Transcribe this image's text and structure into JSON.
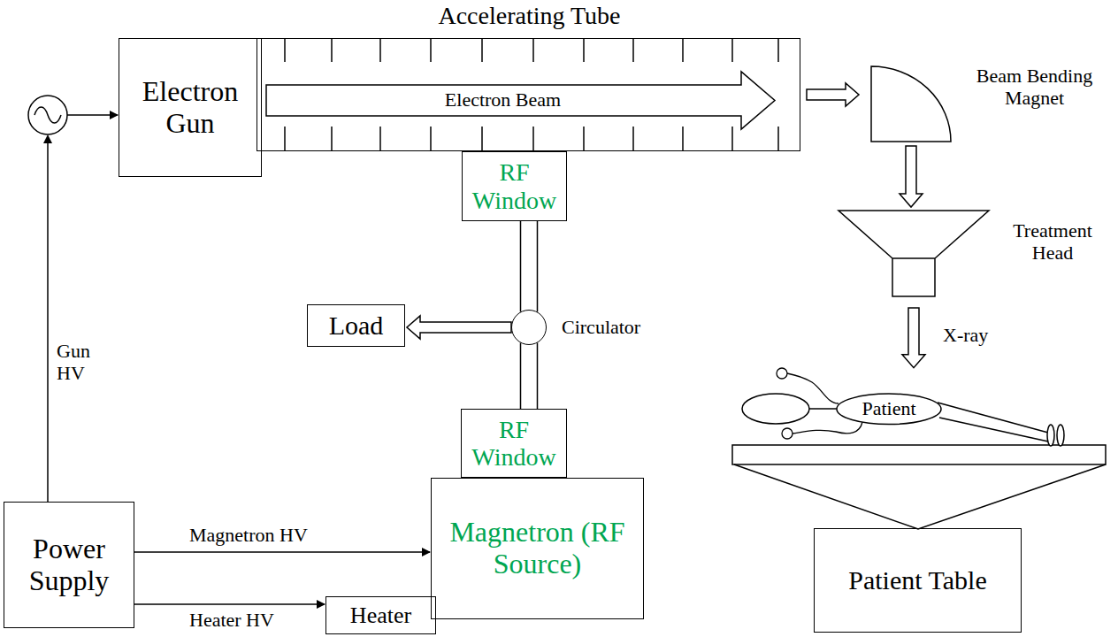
{
  "diagram": {
    "nodes": [
      {
        "text": [
          "Electron Gun"
        ]
      },
      {
        "text": [
          "Accelerating Tube"
        ]
      },
      {
        "text": [
          "Electron Beam"
        ],
        "in": 1
      },
      {
        "text": [
          "Beam Bending Magnet"
        ]
      },
      {
        "text": [
          "RF Window"
        ]
      },
      {
        "text": [
          "Treatment Head"
        ]
      },
      {
        "text": [
          "Load"
        ]
      },
      {
        "text": [
          "Circulator"
        ]
      },
      {
        "text": [
          "Patient"
        ]
      },
      {
        "text": [
          "RF Window"
        ]
      },
      {
        "text": [
          "Magnetron (RF Source)"
        ]
      },
      {
        "text": [
          "Power Supply"
        ]
      },
      {
        "text": [
          "Heater"
        ]
      },
      {
        "text": [
          "Patient Table"
        ]
      }
    ],
    "edges": [
      {
        "from": 1,
        "to": 3,
        "arrow": "to"
      },
      {
        "from": 3,
        "to": 5,
        "arrow": "to"
      },
      {
        "from": 5,
        "to": 8,
        "label": "X-ray",
        "arrow": "to"
      },
      {
        "from": 7,
        "to": 6,
        "arrow": "to"
      },
      {
        "from": 9,
        "to": 7,
        "arrow": "none"
      },
      {
        "from": 7,
        "to": 4,
        "arrow": "none"
      },
      {
        "from": 11,
        "to": 0,
        "label": "Gun HV",
        "arrow": "to"
      },
      {
        "from": 11,
        "to": 10,
        "label": "Magnetron HV",
        "arrow": "to"
      },
      {
        "from": 11,
        "to": 12,
        "label": "Heater HV",
        "arrow": "to"
      }
    ]
  }
}
